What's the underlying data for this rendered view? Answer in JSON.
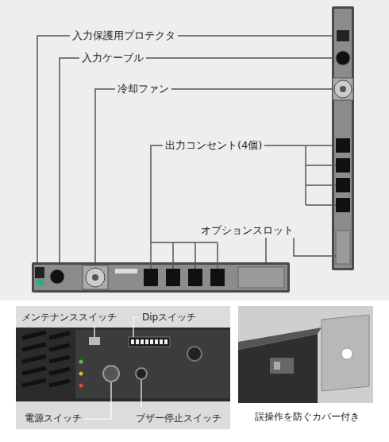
{
  "diagram": {
    "labels": [
      "入力保護用プロテクタ",
      "入力ケーブル",
      "冷却ファン",
      "出力コンセント(4個)",
      "オプションスロット",
      "メンテナンススイッチ",
      "Dipスイッチ",
      "電源スイッチ",
      "ブザー停止スイッチ",
      "誤操作を防ぐカバー付き"
    ]
  }
}
